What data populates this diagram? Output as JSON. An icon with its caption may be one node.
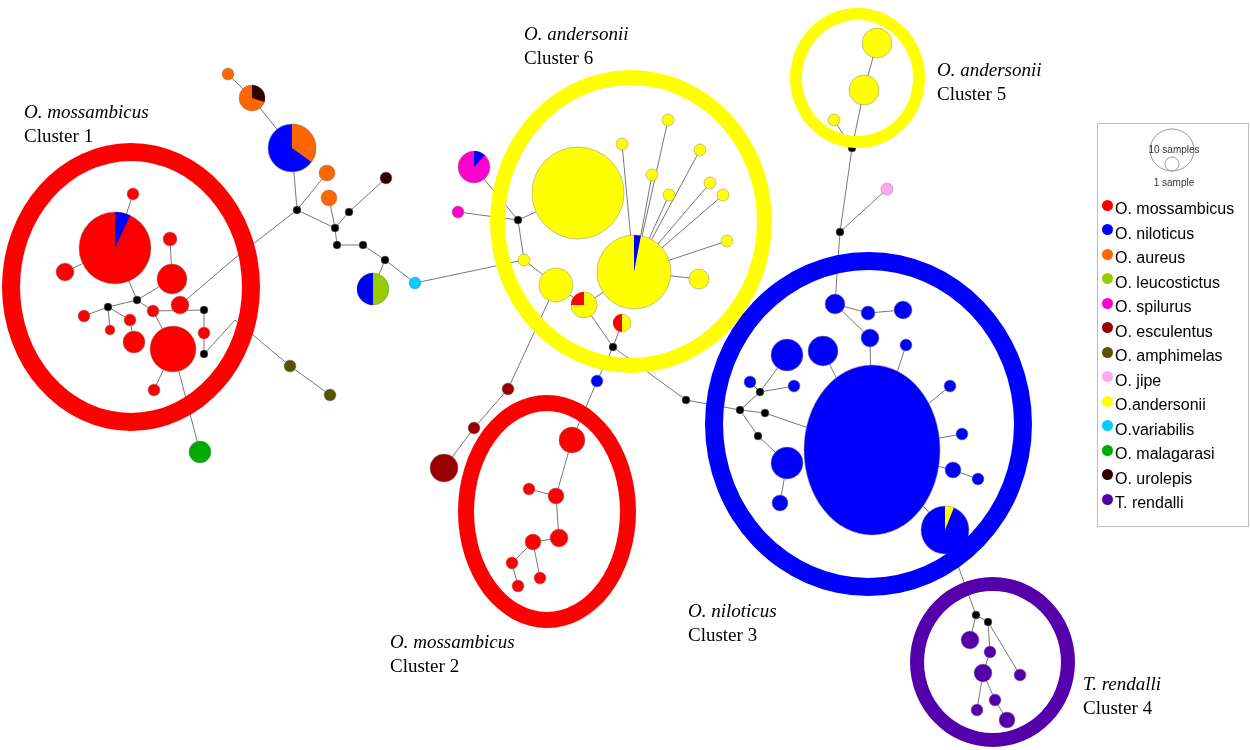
{
  "diagram": {
    "nodes": [
      {
        "text": [],
        "shape": "circle",
        "beside": [
          "O. mossambicus",
          "Cluster 1"
        ]
      },
      {
        "text": [],
        "shape": "circle",
        "beside": [
          "O. andersonii",
          "Cluster 6"
        ]
      },
      {
        "text": [],
        "shape": "circle",
        "beside": [
          "O. andersonii",
          "Cluster 5"
        ]
      },
      {
        "text": [],
        "shape": "circle",
        "beside": [
          "O. mossambicus",
          "Cluster 2"
        ]
      },
      {
        "text": [],
        "shape": "circle",
        "beside": [
          "O. niloticus",
          "Cluster 3"
        ]
      },
      {
        "text": [],
        "shape": "circle",
        "beside": [
          "T. rendalli",
          "Cluster 4"
        ]
      }
    ],
    "legend": [
      {
        "text": "10 samples"
      },
      {
        "text": "1 sample"
      },
      {
        "text": "O. mossambicus",
        "color": "#ff0000"
      },
      {
        "text": "O. niloticus",
        "color": "#0000ff"
      },
      {
        "text": "O. aureus",
        "color": "#ff6600"
      },
      {
        "text": "O. leucostictus",
        "color": "#99cc00"
      },
      {
        "text": "O. spilurus",
        "color": "#ff00cc"
      },
      {
        "text": "O. esculentus",
        "color": "#990000"
      },
      {
        "text": "O. amphimelas",
        "color": "#555500"
      },
      {
        "text": "O. jipe",
        "color": "#ffaaee"
      },
      {
        "text": "O.andersonii",
        "color": "#ffff00"
      },
      {
        "text": "O.variabilis",
        "color": "#00ccff"
      },
      {
        "text": "O. malagarasi",
        "color": "#00aa00"
      },
      {
        "text": "O. urolepis",
        "color": "#330000"
      },
      {
        "text": "T. rendalli",
        "color": "#5500aa"
      }
    ]
  }
}
